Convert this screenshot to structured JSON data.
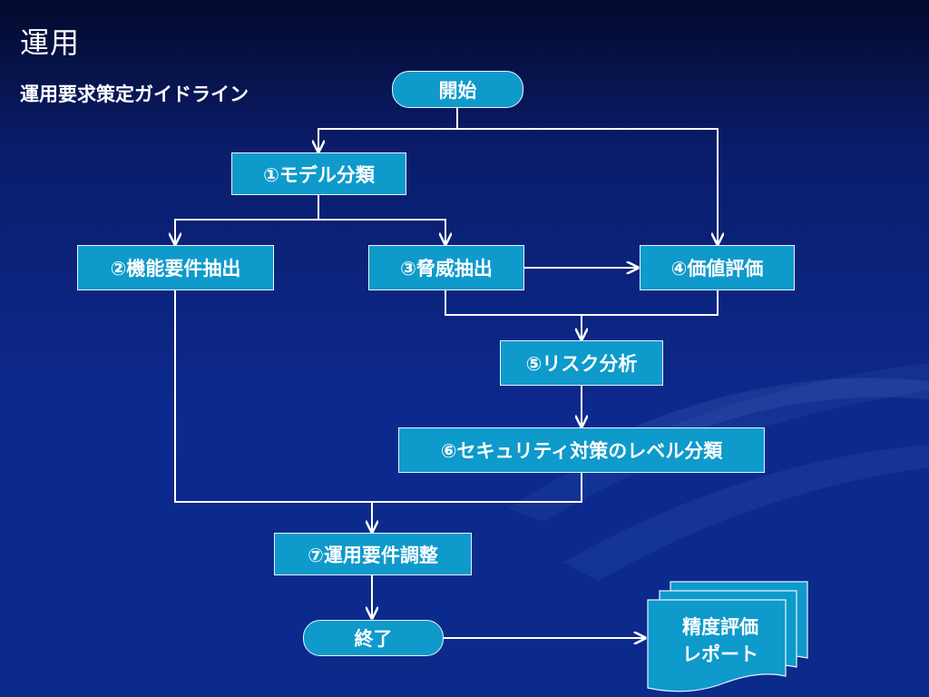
{
  "slide": {
    "title": "運用",
    "subtitle": "運用要求策定ガイドライン"
  },
  "flow": {
    "start": "開始",
    "end": "終了",
    "steps": {
      "model": "①モデル分類",
      "functional": "②機能要件抽出",
      "threat": "③脅威抽出",
      "value": "④価値評価",
      "risk": "⑤リスク分析",
      "security": "⑥セキュリティ対策のレベル分類",
      "adjust": "⑦運用要件調整"
    },
    "report": {
      "line1": "精度評価",
      "line2": "レポート"
    }
  },
  "colors": {
    "box_fill": "#0e9acb",
    "box_border": "#e8f4ff",
    "connector": "#ffffff",
    "background_dark": "#030a2c",
    "background": "#0c2a8e"
  }
}
